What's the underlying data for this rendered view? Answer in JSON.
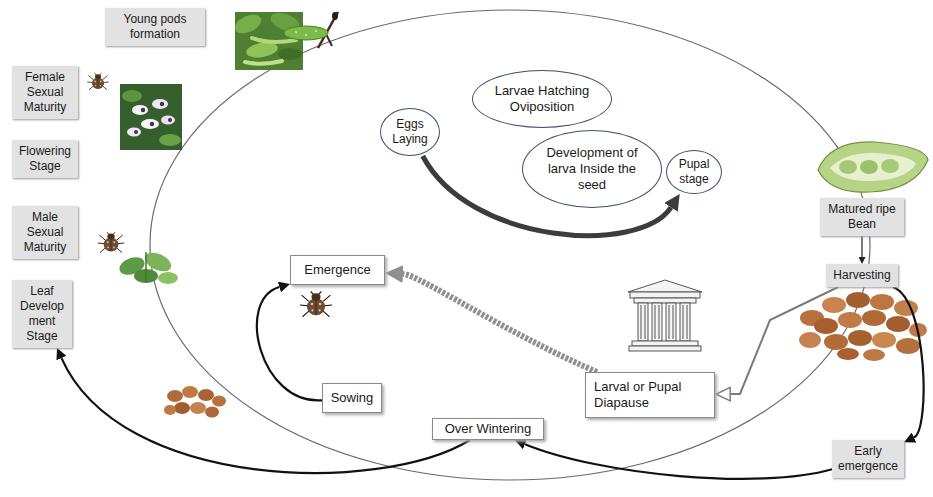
{
  "diagram": {
    "nodes": [
      {
        "text": [
          "Young pods formation"
        ]
      },
      {
        "text": [
          "Female Sexual Maturity"
        ]
      },
      {
        "text": [
          "Flowering Stage"
        ]
      },
      {
        "text": [
          "Male Sexual Maturity"
        ]
      },
      {
        "text": [
          "Leaf Develop ment Stage"
        ]
      },
      {
        "text": [
          "Eggs Laying"
        ]
      },
      {
        "text": [
          "Larvae Hatching Oviposition"
        ]
      },
      {
        "text": [
          "Development of larva Inside the seed"
        ]
      },
      {
        "text": [
          "Pupal stage"
        ]
      },
      {
        "text": [
          "Emergence"
        ]
      },
      {
        "text": [
          "Sowing"
        ]
      },
      {
        "text": [
          "Larval or Pupal Diapause"
        ]
      },
      {
        "text": [
          "Over Wintering"
        ]
      },
      {
        "text": [
          "Matured ripe Bean"
        ]
      },
      {
        "text": [
          "Harvesting"
        ]
      },
      {
        "text": [
          "Early emergence"
        ]
      }
    ],
    "edges": [
      {
        "from": 13,
        "to": 14,
        "arrow": "to"
      },
      {
        "from": 14,
        "to": 15,
        "arrow": "to"
      },
      {
        "from": 15,
        "to": 12,
        "arrow": "to"
      },
      {
        "from": 12,
        "to": 4,
        "arrow": "to"
      },
      {
        "from": 14,
        "to": 11,
        "arrow": "to"
      },
      {
        "from": 11,
        "to": 9,
        "arrow": "to"
      },
      {
        "from": 10,
        "to": 9,
        "arrow": "to"
      },
      {
        "from": 5,
        "to": 8,
        "arrow": "to"
      }
    ]
  }
}
